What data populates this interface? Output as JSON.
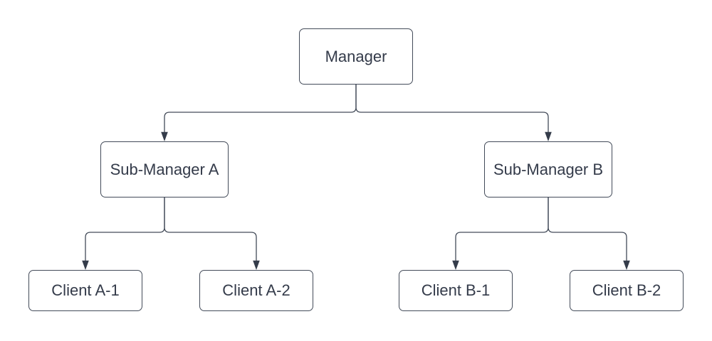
{
  "colors": {
    "background": "#ffffff",
    "node_fill": "#ffffff",
    "node_border": "#434b59",
    "node_text": "#343b4a",
    "connector": "#434b59",
    "arrowhead": "#343c4a"
  },
  "diagram": {
    "type": "org-chart",
    "nodes": [
      {
        "id": "manager",
        "label": "Manager",
        "level": 0
      },
      {
        "id": "sub-manager-a",
        "label": "Sub-Manager A",
        "level": 1
      },
      {
        "id": "sub-manager-b",
        "label": "Sub-Manager B",
        "level": 1
      },
      {
        "id": "client-a1",
        "label": "Client A-1",
        "level": 2
      },
      {
        "id": "client-a2",
        "label": "Client A-2",
        "level": 2
      },
      {
        "id": "client-b1",
        "label": "Client B-1",
        "level": 2
      },
      {
        "id": "client-b2",
        "label": "Client B-2",
        "level": 2
      }
    ],
    "edges": [
      {
        "from": "manager",
        "to": "sub-manager-a",
        "arrow": "filled-triangle"
      },
      {
        "from": "manager",
        "to": "sub-manager-b",
        "arrow": "filled-triangle"
      },
      {
        "from": "sub-manager-a",
        "to": "client-a1",
        "arrow": "filled-triangle"
      },
      {
        "from": "sub-manager-a",
        "to": "client-a2",
        "arrow": "filled-triangle"
      },
      {
        "from": "sub-manager-b",
        "to": "client-b1",
        "arrow": "filled-triangle"
      },
      {
        "from": "sub-manager-b",
        "to": "client-b2",
        "arrow": "filled-triangle"
      }
    ]
  }
}
